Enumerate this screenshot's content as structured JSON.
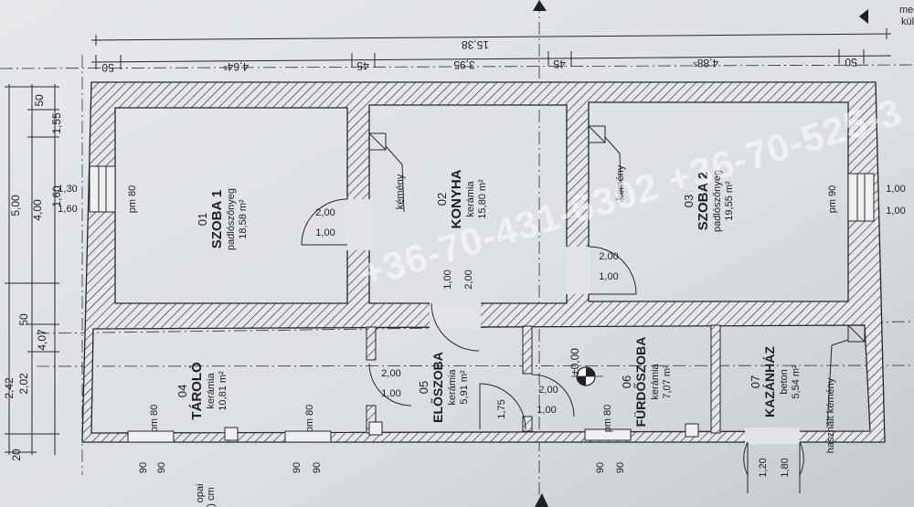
{
  "dimensions": {
    "top_total": "15,38",
    "top_segments": [
      "50",
      "4,64⁵",
      "45",
      "3,95",
      "45",
      "4,88⁵",
      "50"
    ],
    "left_outer": [
      "5,00",
      "4,00",
      "2,42",
      "2,02",
      "20"
    ],
    "left_inner": [
      "50",
      "1,55",
      "1,60",
      "50",
      "4,07"
    ]
  },
  "rooms": [
    {
      "number": "01",
      "name": "SZOBA 1",
      "floor": "padlószőnyeg",
      "area": "18,58 m²"
    },
    {
      "number": "02",
      "name": "KONYHA",
      "floor": "kerámia",
      "area": "15,80 m²"
    },
    {
      "number": "03",
      "name": "SZOBA 2",
      "floor": "padlószőnyeg",
      "area": "19,55 m²"
    },
    {
      "number": "04",
      "name": "TÁROLÓ",
      "floor": "kerámia",
      "area": "10,81 m²"
    },
    {
      "number": "05",
      "name": "ELŐSZOBA",
      "floor": "kerámia",
      "area": "5,91 m²"
    },
    {
      "number": "06",
      "name": "FÜRDŐSZOBA",
      "floor": "kerámia",
      "area": "7,07 m²"
    },
    {
      "number": "07",
      "name": "KAZÁNHÁZ",
      "floor": "beton",
      "area": "5,54 m²"
    }
  ],
  "labels": {
    "chimney": "kémény",
    "used_chimney": "használt kémény",
    "level": "±0,00",
    "corner_note": "megl.",
    "corner_note2": "kül",
    "bottom_note": "opai",
    "bottom_note2": ") cm"
  },
  "window_notes": {
    "room1_sill": "pm 80",
    "room1_h1": "1,30",
    "room1_h2": "1,60",
    "room3_sill": "pm 90",
    "room3_h1": "1,00",
    "room3_h2": "1,00",
    "south_sill": "pm 80",
    "south_w1": "90",
    "south_w2": "90"
  },
  "door_notes": {
    "d1_h": "2,00",
    "d1_w": "1,00",
    "d2_h": "2,00",
    "d2_w": "1,00",
    "d3_h": "2,00",
    "d3_w": "1,00",
    "d4_h": "2,00",
    "d4_w": "1,00",
    "d5_h": "2,00",
    "d5_w": "1,00",
    "d6_h": "1,75",
    "d7_a": "1,20",
    "d7_b": "1,80"
  },
  "watermark": "+36-70-431-6302  +36-70-525-3"
}
